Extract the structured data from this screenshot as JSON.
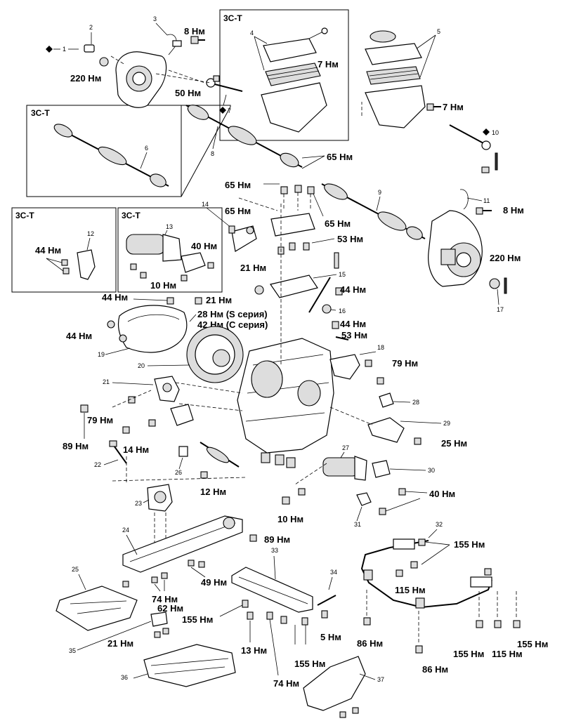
{
  "boxes": {
    "box1": "3C-T",
    "box2": "3C-T",
    "box3": "3C-T",
    "box4": "3C-T"
  },
  "callouts": {
    "c1": "1",
    "c2": "2",
    "c3": "3",
    "c4": "4",
    "c5": "5",
    "c6": "6",
    "c7": "7",
    "c8": "8",
    "c9": "9",
    "c10": "10",
    "c11": "11",
    "c12": "12",
    "c13": "13",
    "c14": "14",
    "c15": "15",
    "c16": "16",
    "c17": "17",
    "c18": "18",
    "c19": "19",
    "c20": "20",
    "c21": "21",
    "c22": "22",
    "c23": "23",
    "c24": "24",
    "c25": "25",
    "c26": "26",
    "c27": "27",
    "c28": "28",
    "c29": "29",
    "c30": "30",
    "c31": "31",
    "c32": "32",
    "c33": "33",
    "c34": "34",
    "c35": "35",
    "c36": "36",
    "c37": "37"
  },
  "torques": {
    "t_8_top": "8 Нм",
    "t_220_top": "220 Нм",
    "t_7_box": "7 Нм",
    "t_7_right": "7 Нм",
    "t_50": "50 Нм",
    "t_65_a": "65 Нм",
    "t_65_b": "65 Нм",
    "t_65_c": "65 Нм",
    "t_65_d": "65 Нм",
    "t_8_right": "8 Нм",
    "t_220_right": "220 Нм",
    "t_53_a": "53 Нм",
    "t_44_box": "44 Нм",
    "t_40_box": "40 Нм",
    "t_10_box": "10 Нм",
    "t_21_a": "21 Нм",
    "t_44_a": "44 Нм",
    "t_21_b": "21 Нм",
    "t_28": "28 Нм (S серия)",
    "t_42": "42 Нм (C серия)",
    "t_44_b": "44 Нм",
    "t_44_c": "44 Нм",
    "t_44_d": "44 Нм",
    "t_53_b": "53 Нм",
    "t_79_right": "79 Нм",
    "t_79_left": "79 Нм",
    "t_89_a": "89 Нм",
    "t_14": "14 Нм",
    "t_25": "25 Нм",
    "t_12": "12 Нм",
    "t_40": "40 Нм",
    "t_10": "10 Нм",
    "t_89_b": "89 Нм",
    "t_155_a": "155 Нм",
    "t_115_a": "115 Нм",
    "t_49": "49 Нм",
    "t_74_a": "74 Нм",
    "t_62": "62 Нм",
    "t_155_b": "155 Нм",
    "t_21_c": "21 Нм",
    "t_13": "13 Нм",
    "t_5": "5 Нм",
    "t_86_a": "86 Нм",
    "t_155_c": "155 Нм",
    "t_115_b": "115 Нм",
    "t_155_d": "155 Нм",
    "t_155_e": "155 Нм",
    "t_74_b": "74 Нм",
    "t_86_b": "86 Нм"
  }
}
